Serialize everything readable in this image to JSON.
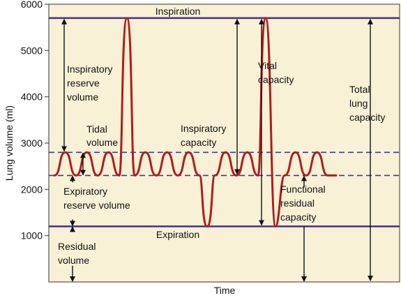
{
  "chart_data": {
    "type": "line",
    "xlabel": "Time",
    "ylabel": "Lung volume (ml)",
    "ylim": [
      0,
      6000
    ],
    "yticks": [
      1000,
      2000,
      3000,
      4000,
      5000,
      6000
    ],
    "grid": false,
    "colors": {
      "plot_background": "#f8f1d6",
      "trace": "#b01c1c",
      "reference_line": "#4b2f7f",
      "dashed_line": "#3a3a8c",
      "arrow": "#111111"
    },
    "levels": {
      "max_inspiration": 5700,
      "tidal_top": 2800,
      "tidal_bottom": 2300,
      "max_expiration": 1200
    },
    "trace_segments": [
      {
        "kind": "tidal_breaths",
        "count": 3
      },
      {
        "kind": "max_inspiration"
      },
      {
        "kind": "tidal_breaths",
        "count": 3
      },
      {
        "kind": "max_expiration"
      },
      {
        "kind": "tidal_breaths",
        "count": 2
      },
      {
        "kind": "max_inspiration_then_max_expiration"
      },
      {
        "kind": "tidal_breaths",
        "count": 2
      }
    ],
    "reference_labels": {
      "inspiration": "Inspiration",
      "expiration": "Expiration"
    },
    "annotations": {
      "inspiratory_reserve_volume": [
        "Inspiratory",
        "reserve",
        "volume"
      ],
      "tidal_volume": [
        "Tidal",
        "volume"
      ],
      "expiratory_reserve_volume": [
        "Expiratory",
        "reserve volume"
      ],
      "residual_volume": [
        "Residual",
        "volume"
      ],
      "inspiratory_capacity": [
        "Inspiratory",
        "capacity"
      ],
      "vital_capacity": [
        "Vital",
        "capacity"
      ],
      "total_lung_capacity": [
        "Total",
        "lung",
        "capacity"
      ],
      "functional_residual_capacity": [
        "Functional",
        "residual",
        "capacity"
      ]
    }
  }
}
